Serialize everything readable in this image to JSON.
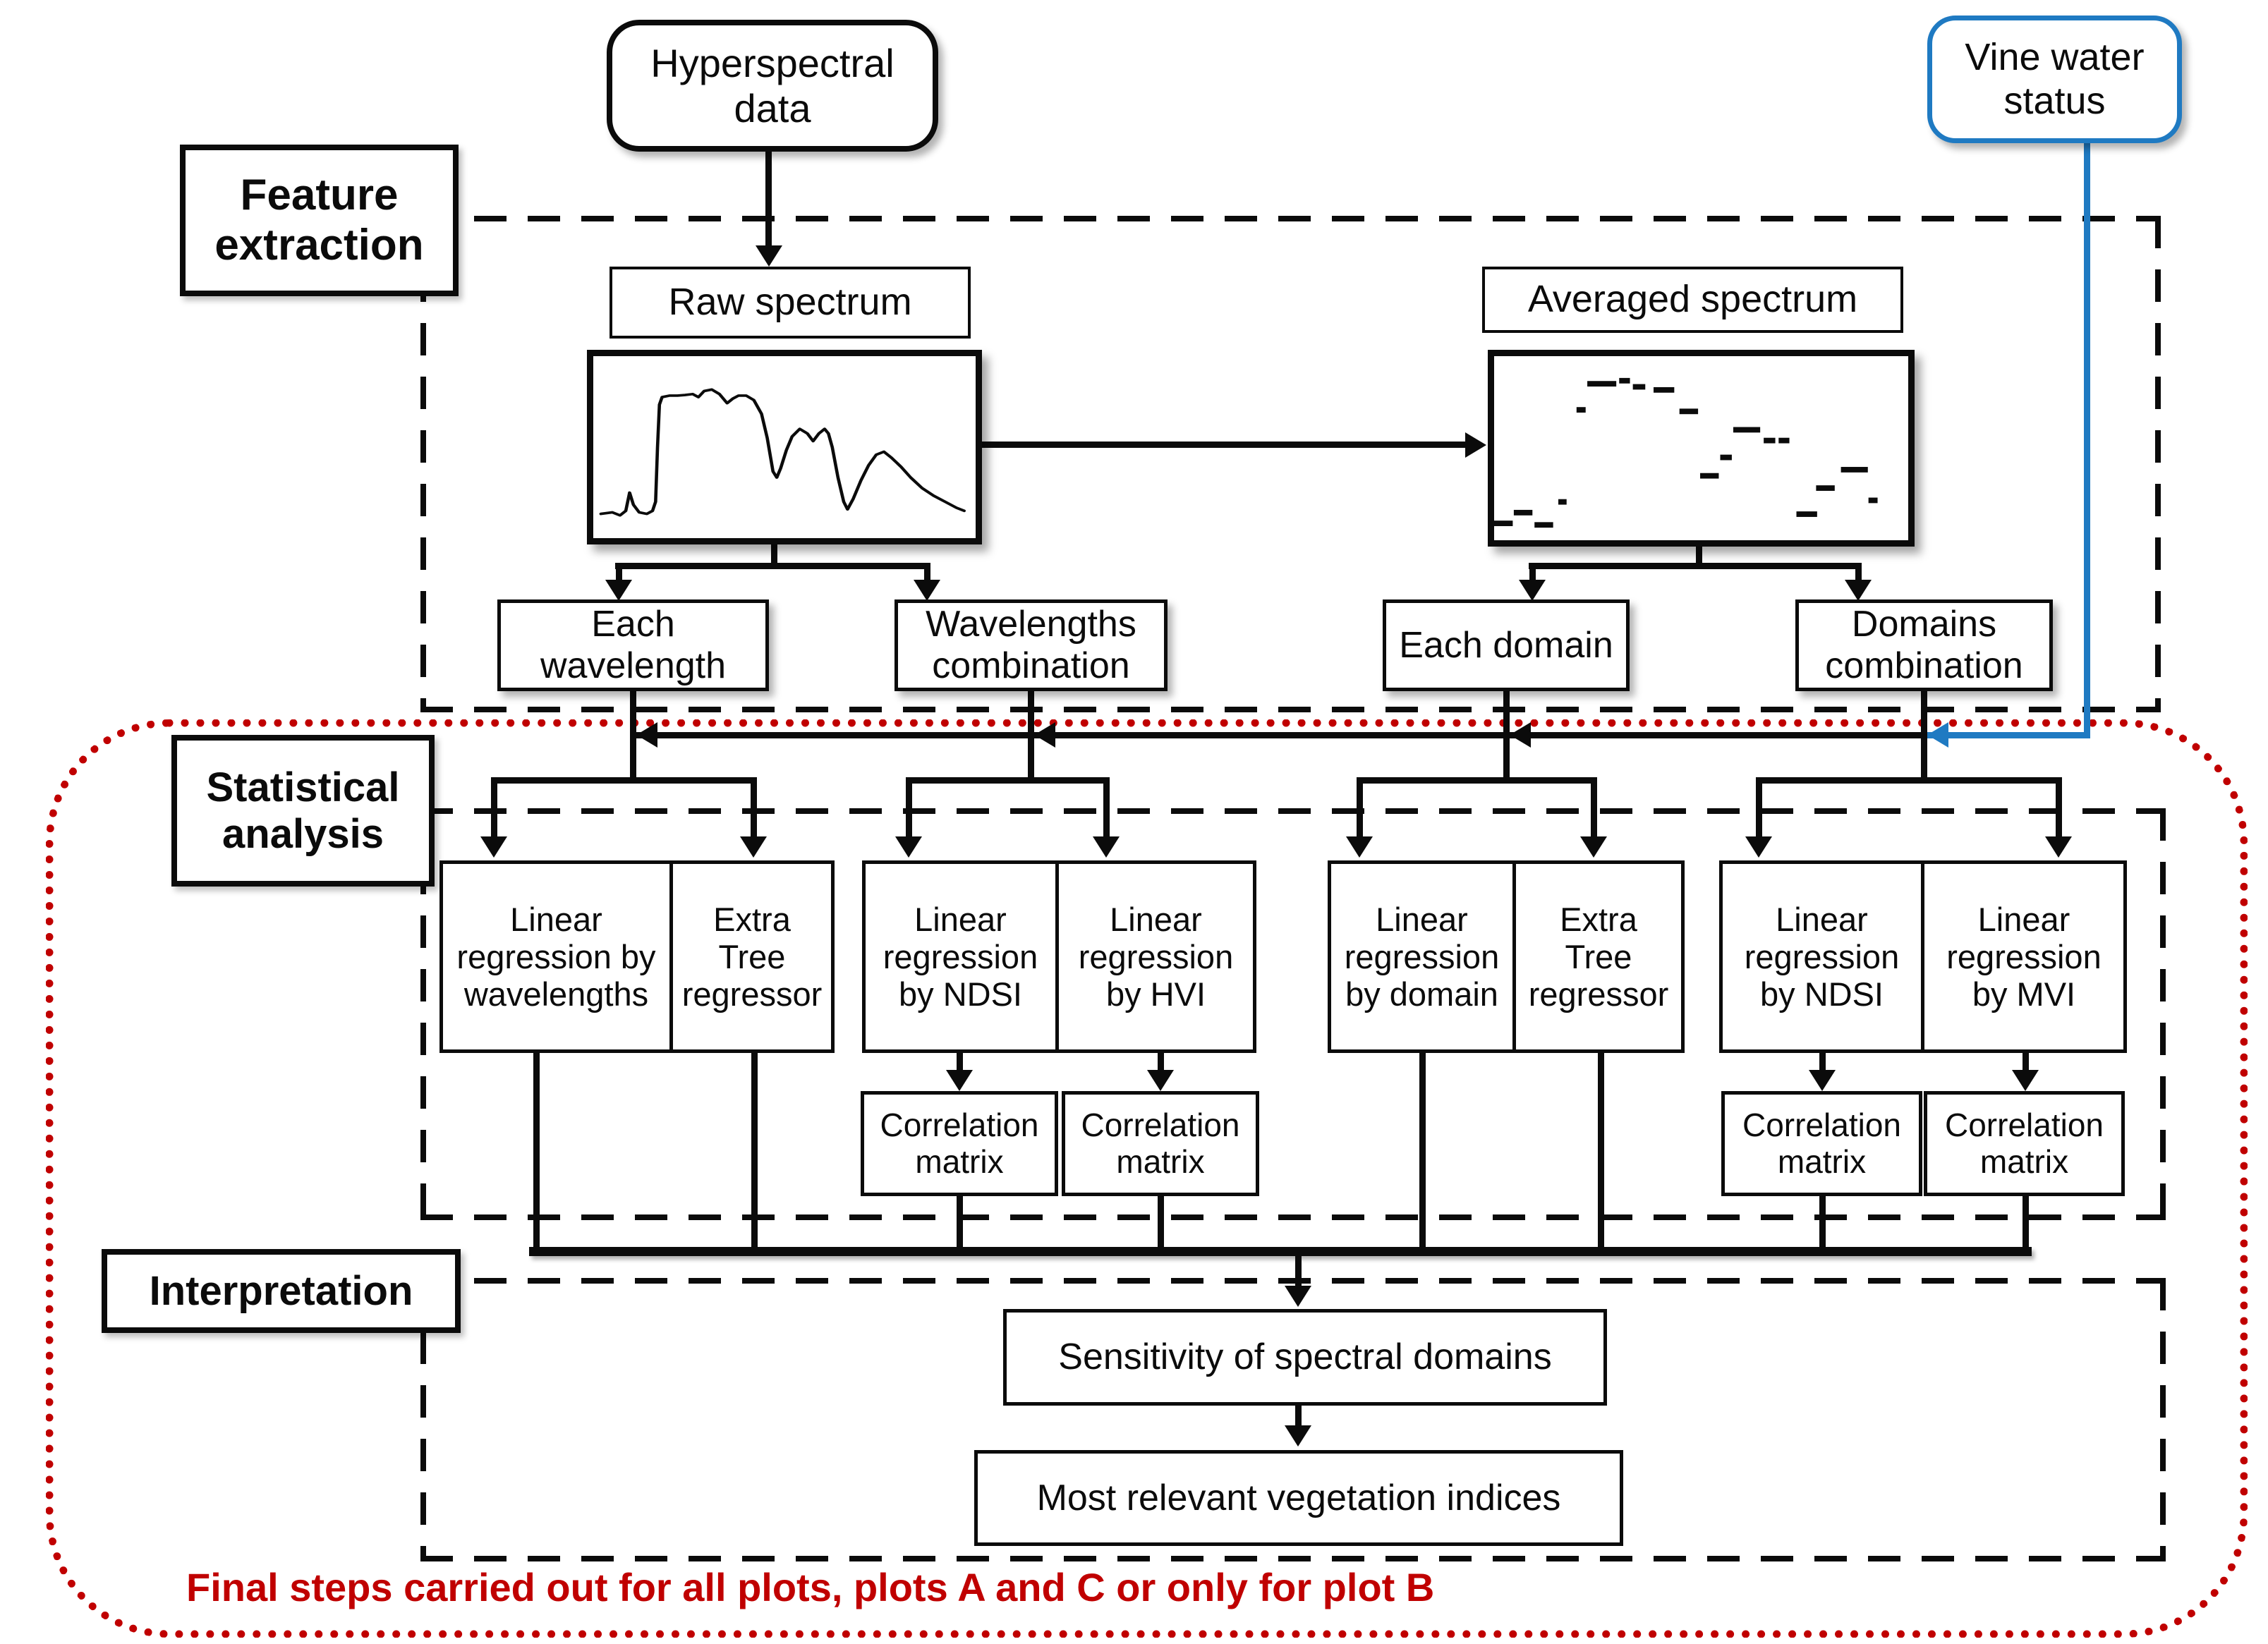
{
  "sections": {
    "feature_extraction": "Feature extraction",
    "statistical_analysis": "Statistical analysis",
    "interpretation": "Interpretation"
  },
  "nodes": {
    "hyperspectral_data": "Hyperspectral data",
    "vine_water_status": "Vine water status",
    "raw_spectrum": "Raw spectrum",
    "averaged_spectrum": "Averaged spectrum",
    "each_wavelength": "Each wavelength",
    "wavelengths_combination": "Wavelengths combination",
    "each_domain": "Each domain",
    "domains_combination": "Domains combination",
    "linear_regression_wavelengths": "Linear regression by wavelengths",
    "extra_tree_regressor_1": "Extra Tree regressor",
    "linear_regression_ndsi_1": "Linear regression by NDSI",
    "linear_regression_hvi": "Linear regression by HVI",
    "linear_regression_domain": "Linear regression by domain",
    "extra_tree_regressor_2": "Extra Tree regressor",
    "linear_regression_ndsi_2": "Linear regression by NDSI",
    "linear_regression_mvi": "Linear regression by MVI",
    "correlation_matrix_1": "Correlation matrix",
    "correlation_matrix_2": "Correlation matrix",
    "correlation_matrix_3": "Correlation matrix",
    "correlation_matrix_4": "Correlation matrix",
    "sensitivity_spectral_domains": "Sensitivity of spectral domains",
    "most_relevant_vegetation_indices": "Most relevant vegetation indices"
  },
  "footnote": "Final steps carried out for all plots, plots A and C or only for plot B",
  "colors": {
    "blue": "#1f7ac2",
    "red": "#c00000",
    "black": "#0b0b0b"
  },
  "charts": {
    "raw_spectrum": {
      "type": "line",
      "description": "Continuous reflectance spectrum thumbnail",
      "x_range": [
        0,
        100
      ],
      "y_range": [
        0,
        60
      ],
      "points": [
        [
          2,
          52
        ],
        [
          5,
          51.5
        ],
        [
          7,
          52.5
        ],
        [
          8.5,
          51
        ],
        [
          9.5,
          45
        ],
        [
          10.5,
          49
        ],
        [
          12,
          51.5
        ],
        [
          14,
          52
        ],
        [
          15.5,
          51
        ],
        [
          16.3,
          48
        ],
        [
          16.8,
          30
        ],
        [
          17.3,
          16
        ],
        [
          18,
          13.5
        ],
        [
          20,
          13
        ],
        [
          22,
          13
        ],
        [
          24,
          12.8
        ],
        [
          26,
          12.5
        ],
        [
          27.5,
          13.5
        ],
        [
          29,
          11.5
        ],
        [
          31,
          11
        ],
        [
          33,
          12.5
        ],
        [
          35,
          15.5
        ],
        [
          36.5,
          14
        ],
        [
          38,
          13
        ],
        [
          40,
          13
        ],
        [
          42,
          14.5
        ],
        [
          44,
          19
        ],
        [
          45.5,
          27
        ],
        [
          47,
          38
        ],
        [
          48,
          40
        ],
        [
          49,
          37
        ],
        [
          50.5,
          31
        ],
        [
          52,
          26.5
        ],
        [
          54,
          24
        ],
        [
          56,
          25.5
        ],
        [
          57.5,
          28
        ],
        [
          59,
          25.5
        ],
        [
          60.5,
          24
        ],
        [
          61.5,
          25.5
        ],
        [
          62.5,
          30
        ],
        [
          64,
          40
        ],
        [
          65.5,
          48
        ],
        [
          66.5,
          50.5
        ],
        [
          68,
          47
        ],
        [
          70,
          41
        ],
        [
          72,
          36
        ],
        [
          74,
          32.5
        ],
        [
          76,
          31.5
        ],
        [
          78,
          33.5
        ],
        [
          80.5,
          36.5
        ],
        [
          83,
          40
        ],
        [
          86,
          43.5
        ],
        [
          89,
          46
        ],
        [
          92,
          48
        ],
        [
          95,
          50
        ],
        [
          97,
          51
        ]
      ]
    },
    "averaged_spectrum": {
      "type": "segments",
      "description": "Averaged reflectance per spectral domain (short horizontal dashes)",
      "x_range": [
        0,
        100
      ],
      "y_range": [
        0,
        60
      ],
      "dashes": [
        [
          2,
          54.5,
          5
        ],
        [
          7,
          51,
          4.5
        ],
        [
          12,
          55,
          4.5
        ],
        [
          16.5,
          47.5,
          2
        ],
        [
          21,
          17.5,
          2.2
        ],
        [
          26,
          9,
          7
        ],
        [
          31.5,
          8,
          2.6
        ],
        [
          35,
          10,
          3
        ],
        [
          41,
          11,
          5
        ],
        [
          47,
          18,
          4.5
        ],
        [
          61,
          24,
          6.5
        ],
        [
          66.5,
          27.5,
          2.8
        ],
        [
          70,
          27.5,
          2.6
        ],
        [
          56,
          33,
          2.8
        ],
        [
          52,
          39,
          4.5
        ],
        [
          87,
          37,
          6.5
        ],
        [
          80,
          43,
          4.5
        ],
        [
          91.5,
          47,
          2.2
        ],
        [
          75.5,
          51.5,
          5
        ]
      ]
    }
  }
}
